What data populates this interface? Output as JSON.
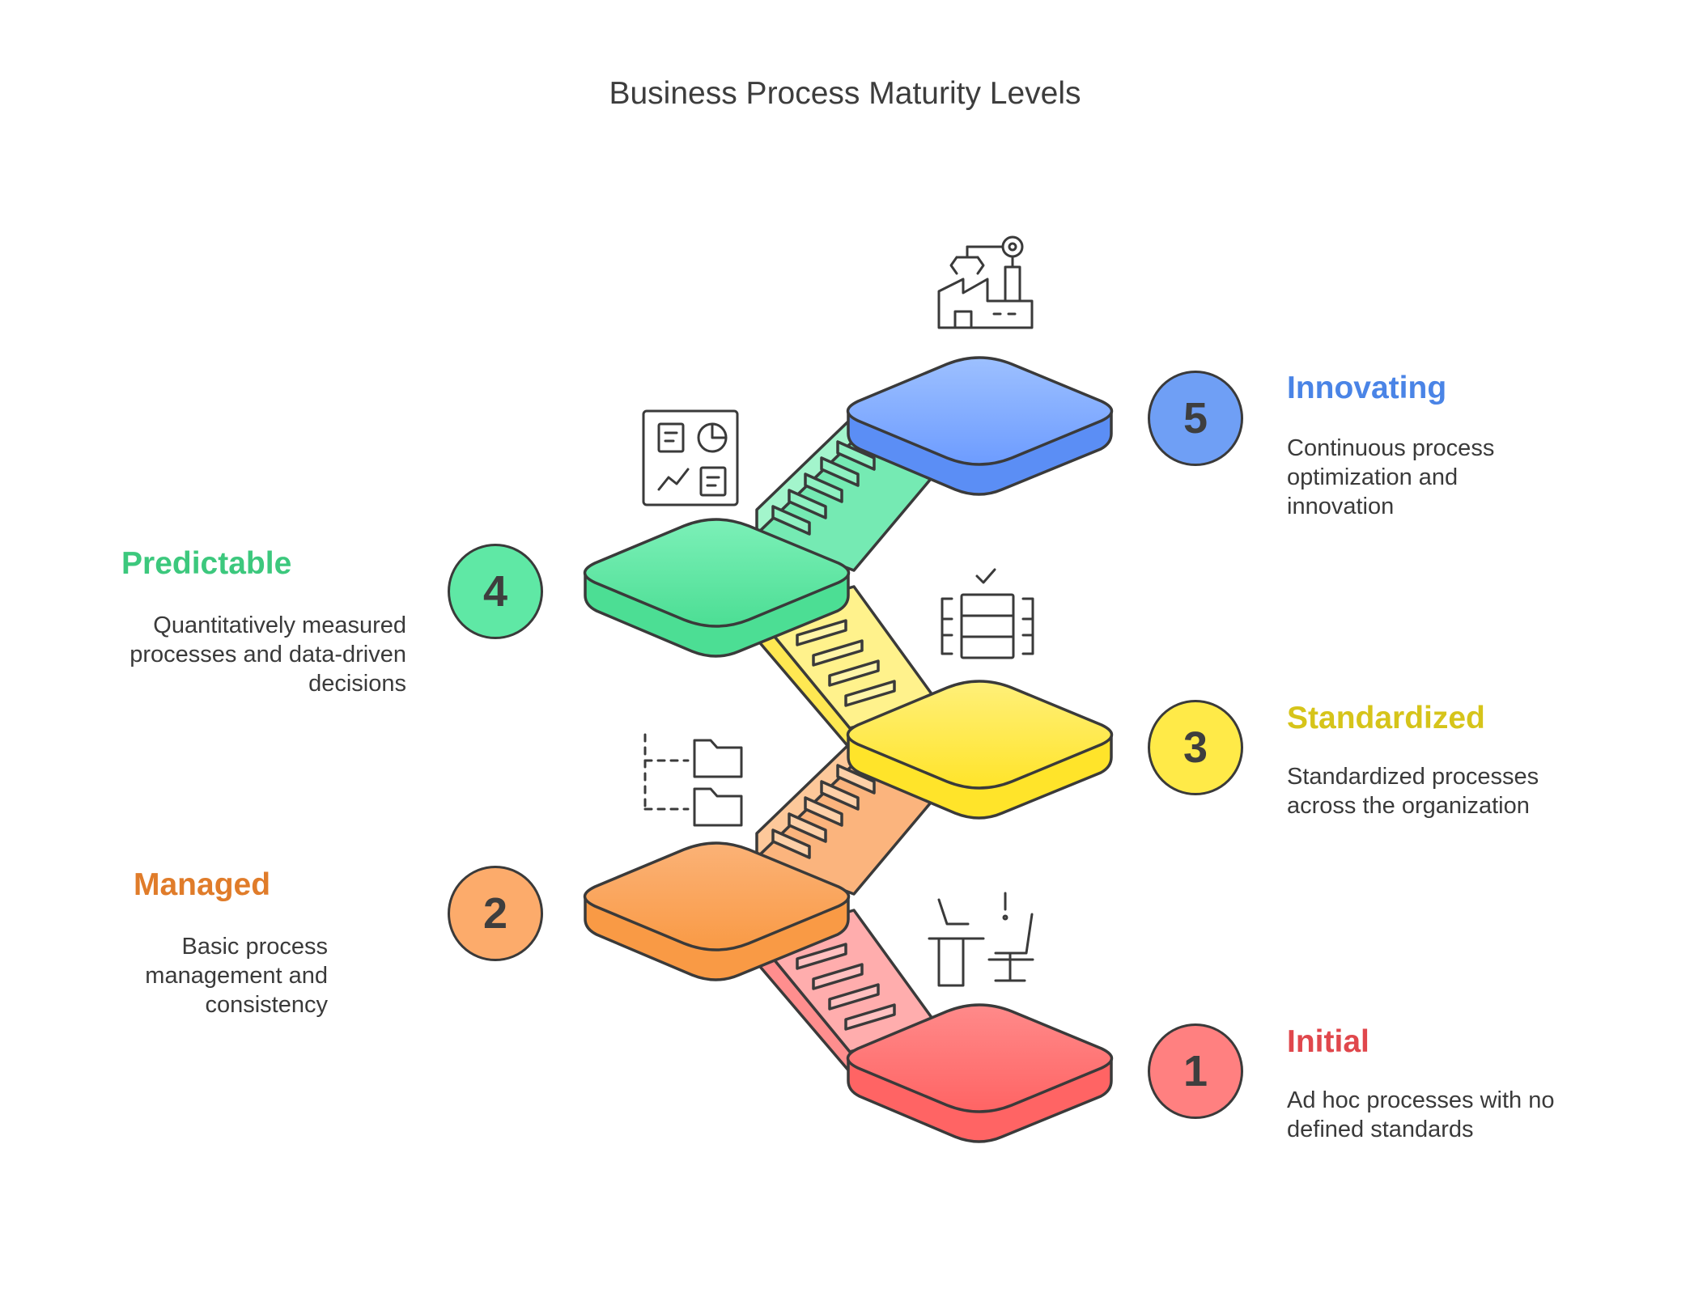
{
  "title": "Business Process Maturity Levels",
  "levels": [
    {
      "number": "1",
      "title": "Initial",
      "description": "Ad hoc processes with no defined standards",
      "color": "#e0474c",
      "badge_color": "#ff8080",
      "icon": "office-desk-chair-icon"
    },
    {
      "number": "2",
      "title": "Managed",
      "description": "Basic process management and consistency",
      "color": "#e07c2a",
      "badge_color": "#fcab6b",
      "icon": "folder-tree-icon"
    },
    {
      "number": "3",
      "title": "Standardized",
      "description": "Standardized processes across the organization",
      "color": "#d6c41a",
      "badge_color": "#ffea48",
      "icon": "checked-bookshelf-icon"
    },
    {
      "number": "4",
      "title": "Predictable",
      "description": "Quantitatively measured processes and data-driven decisions",
      "color": "#3cc87d",
      "badge_color": "#5fe8a5",
      "icon": "dashboard-icon"
    },
    {
      "number": "5",
      "title": "Innovating",
      "description": "Continuous process optimization and innovation",
      "color": "#4a84e6",
      "badge_color": "#6f9ff5",
      "icon": "robotic-factory-icon"
    }
  ]
}
